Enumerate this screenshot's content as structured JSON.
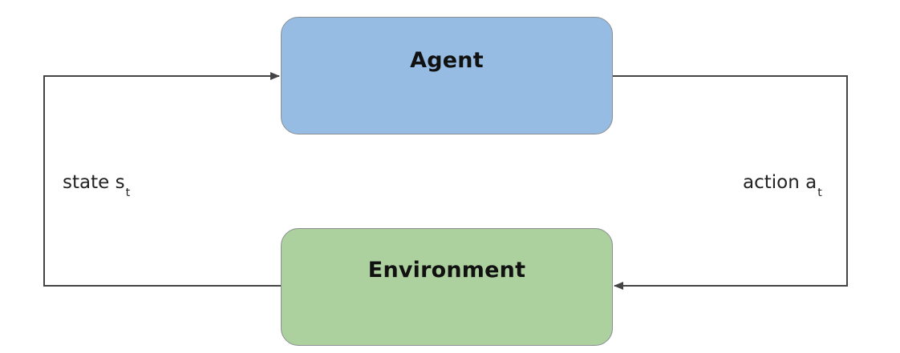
{
  "agent": {
    "label": "Agent"
  },
  "environment": {
    "label": "Environment"
  },
  "state_edge": {
    "word": "state",
    "symbol": "s",
    "subscript": "t"
  },
  "action_edge": {
    "word": "action",
    "symbol": "a",
    "subscript": "t"
  },
  "colors": {
    "agent_fill": "#97bce4",
    "environment_fill": "#add19e",
    "connector": "#444444"
  }
}
